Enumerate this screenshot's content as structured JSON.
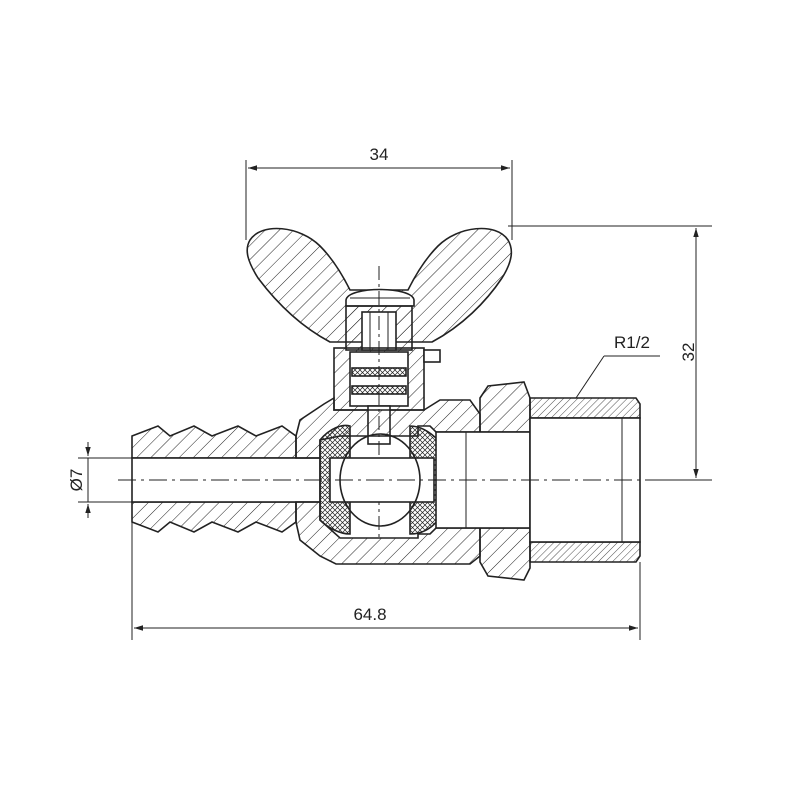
{
  "drawing": {
    "dimensions": {
      "handle_width": "34",
      "overall_height": "32",
      "overall_length": "64.8",
      "hose_diameter": "Ø7",
      "thread": "R1/2"
    },
    "colors": {
      "line": "#222222",
      "background": "#ffffff"
    }
  }
}
